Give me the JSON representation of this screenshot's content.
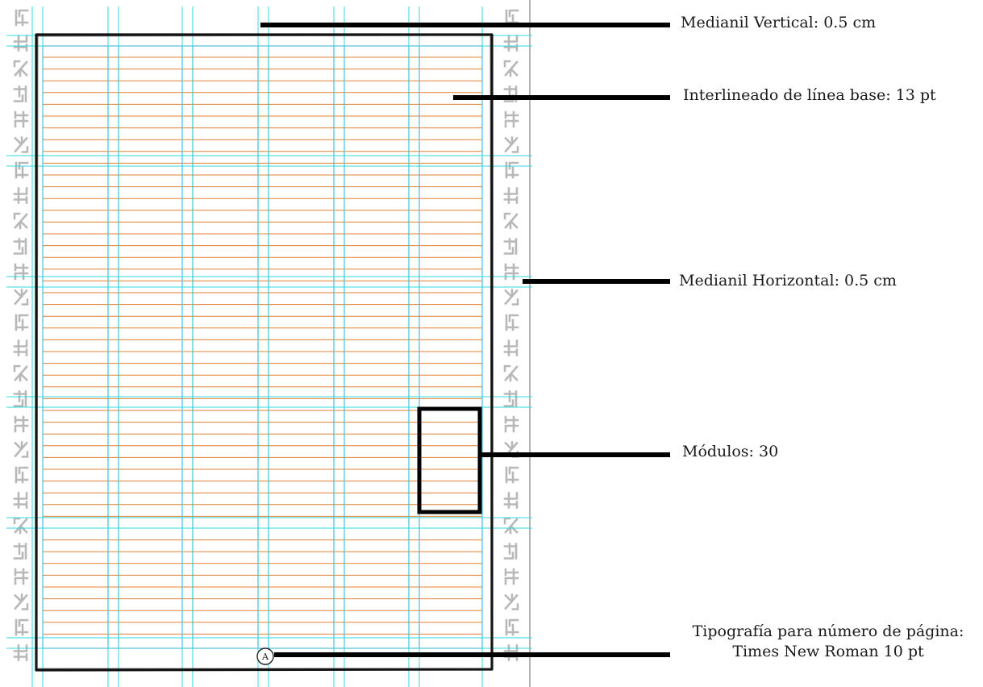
{
  "colors": {
    "page_border": "#111111",
    "margin_line": "#e040c0",
    "baseline": "#e08030",
    "column_guide": "#a050c8",
    "ruler_guide": "#30d8e0",
    "leader": "#000000",
    "pattern_glyph": "#b8b8b8"
  },
  "page_marker": {
    "letter": "A"
  },
  "annotations": {
    "vertical_gutter": "Medianil Vertical: 0.5 cm",
    "baseline_leading": "Interlineado de línea base: 13 pt",
    "horizontal_gutter": "Medianil Horizontal: 0.5 cm",
    "modules": "Módulos: 30",
    "page_number_font": {
      "line1": "Tipografía para número de página:",
      "line2": "Times New Roman 10 pt"
    }
  }
}
